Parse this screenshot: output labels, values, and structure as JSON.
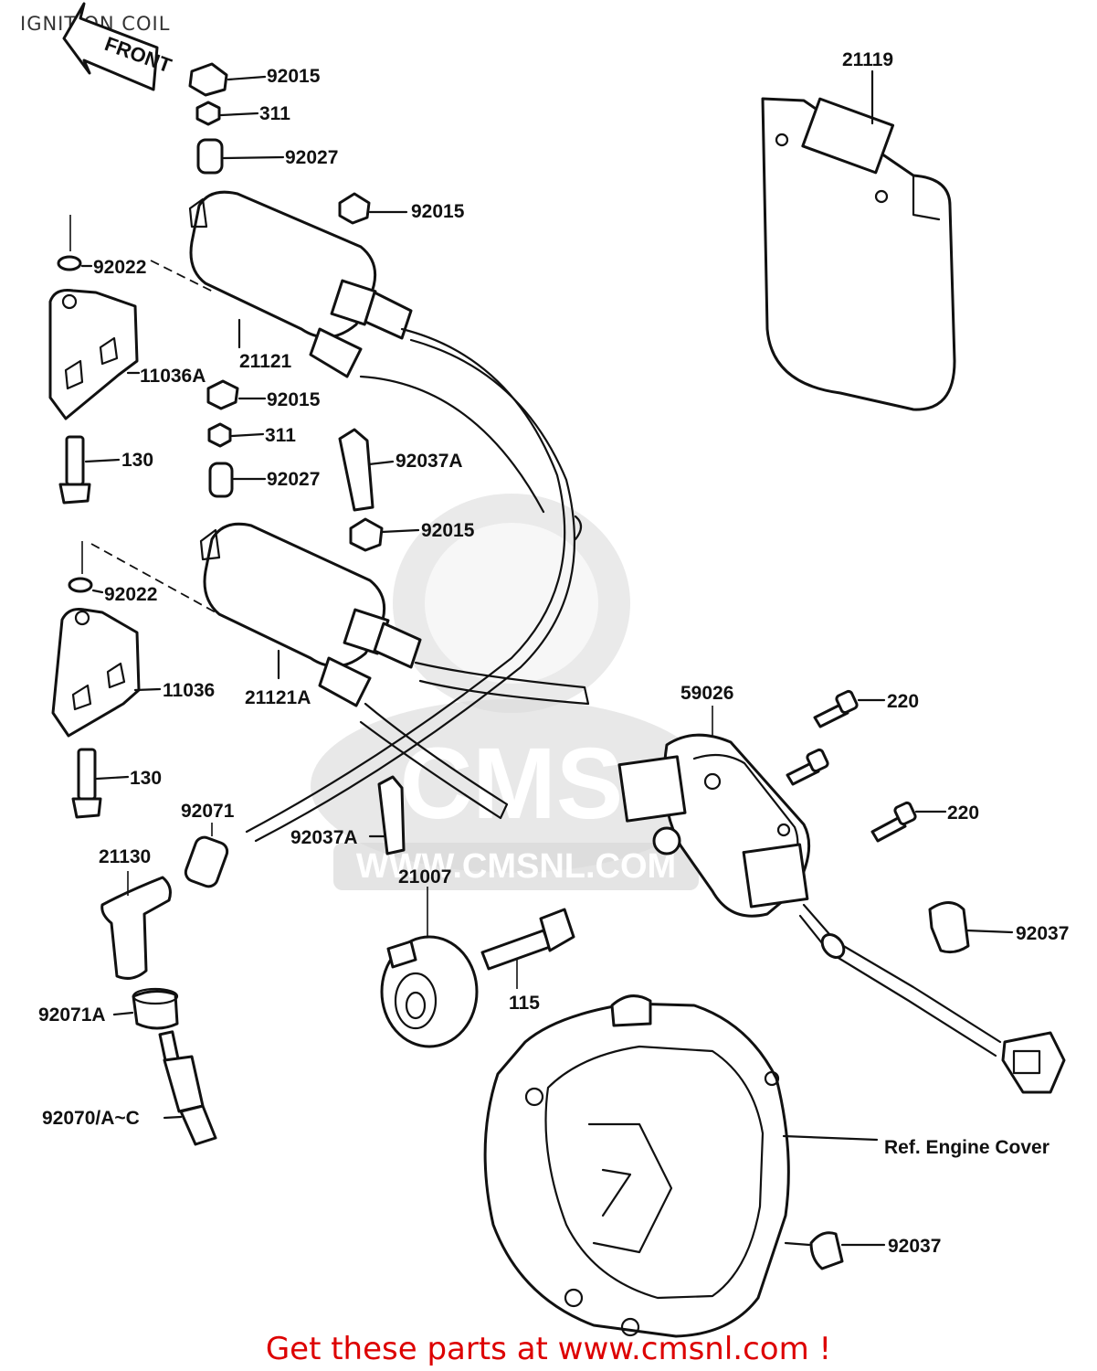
{
  "page_title": "IGNITION COIL",
  "footer_text": "Get these parts at www.cmsnl.com !",
  "watermark": {
    "logo_text": "CMS",
    "url": "WWW.CMSNL.COM"
  },
  "front_arrow": "FRONT",
  "labels": {
    "l21119": "21119",
    "l92015_a": "92015",
    "l311_a": "311",
    "l92027_a": "92027",
    "l92015_b": "92015",
    "l92022_a": "92022",
    "l21121": "21121",
    "l11036A": "11036A",
    "l92015_c": "92015",
    "l311_b": "311",
    "l130_a": "130",
    "l92037A_a": "92037A",
    "l92027_b": "92027",
    "l92015_d": "92015",
    "l92022_b": "92022",
    "l11036": "11036",
    "l21121A": "21121A",
    "l59026": "59026",
    "l220_a": "220",
    "l130_b": "130",
    "l220_b": "220",
    "l92071": "92071",
    "l21130": "21130",
    "l92037A_b": "92037A",
    "l21007": "21007",
    "l92037_a": "92037",
    "l115": "115",
    "l92071A": "92071A",
    "l92070": "92070/A~C",
    "lRefCover": "Ref. Engine Cover",
    "l92037_b": "92037"
  }
}
